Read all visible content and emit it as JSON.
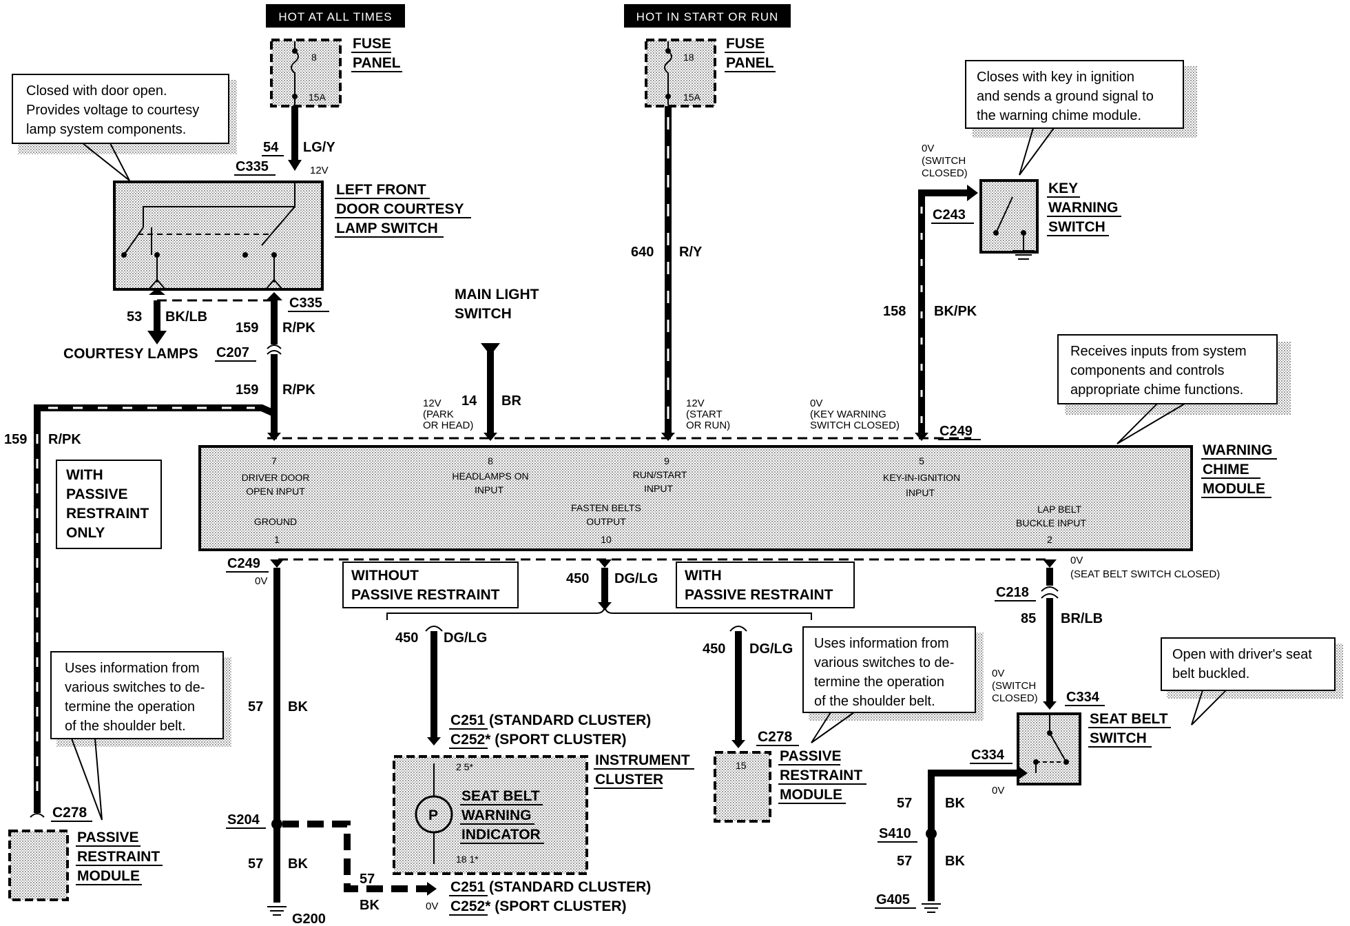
{
  "headers": {
    "hot_all_times": "HOT AT ALL TIMES",
    "hot_start_run": "HOT IN START OR RUN"
  },
  "fuse_panel_1": {
    "label1": "FUSE",
    "label2": "PANEL",
    "fuse_num": "8",
    "rating": "15A"
  },
  "fuse_panel_2": {
    "label1": "FUSE",
    "label2": "PANEL",
    "fuse_num": "18",
    "rating": "15A"
  },
  "notes": {
    "door_switch": [
      "Closed with door open.",
      "Provides voltage to courtesy",
      "lamp system components."
    ],
    "key_switch": [
      "Closes with key in ignition",
      "and sends a ground signal to",
      "the warning chime module."
    ],
    "chime_module": [
      "Receives inputs from system",
      "components and controls",
      "appropriate chime functions."
    ],
    "prm_left": [
      "Uses information from",
      "various switches to de-",
      "termine the operation",
      "of the shoulder belt."
    ],
    "prm_right": [
      "Uses information from",
      "various switches to de-",
      "termine the operation",
      "of the shoulder belt."
    ],
    "seat_belt_switch": [
      "Open with driver's seat",
      "belt buckled."
    ]
  },
  "components": {
    "door_switch": [
      "LEFT FRONT",
      "DOOR COURTESY",
      "LAMP SWITCH"
    ],
    "key_switch": [
      "KEY",
      "WARNING",
      "SWITCH"
    ],
    "main_light": [
      "MAIN LIGHT",
      "SWITCH"
    ],
    "chime": [
      "WARNING",
      "CHIME",
      "MODULE"
    ],
    "courtesy_lamps": "COURTESY LAMPS",
    "cluster": [
      "INSTRUMENT",
      "CLUSTER"
    ],
    "indicator": [
      "SEAT BELT",
      "WARNING",
      "INDICATOR"
    ],
    "prm": [
      "PASSIVE",
      "RESTRAINT",
      "MODULE"
    ],
    "seat_belt_switch": [
      "SEAT BELT",
      "SWITCH"
    ],
    "with_passive_only": [
      "WITH",
      "PASSIVE",
      "RESTRAINT",
      "ONLY"
    ],
    "without_passive": [
      "WITHOUT",
      "PASSIVE RESTRAINT"
    ],
    "with_passive": [
      "WITH",
      "PASSIVE RESTRAINT"
    ]
  },
  "chime_pins": {
    "p7": {
      "num": "7",
      "l1": "DRIVER DOOR",
      "l2": "OPEN INPUT"
    },
    "p8": {
      "num": "8",
      "l1": "HEADLAMPS ON",
      "l2": "INPUT"
    },
    "p9": {
      "num": "9",
      "l1": "RUN/START",
      "l2": "INPUT"
    },
    "p5": {
      "num": "5",
      "l1": "KEY-IN-IGNITION",
      "l2": "INPUT"
    },
    "p1": {
      "num": "1",
      "l1": "GROUND"
    },
    "p10": {
      "num": "10",
      "l1": "FASTEN BELTS",
      "l2": "OUTPUT"
    },
    "p2": {
      "num": "2",
      "l1": "LAP BELT",
      "l2": "BUCKLE INPUT"
    }
  },
  "connectors": {
    "c335": "C335",
    "c207": "C207",
    "c243": "C243",
    "c249": "C249",
    "c218": "C218",
    "c334": "C334",
    "c278": "C278",
    "c251": "C251 (STANDARD CLUSTER)",
    "c252": "C252* (SPORT CLUSTER)",
    "s204": "S204",
    "s410": "S410",
    "g200": "G200",
    "g405": "G405"
  },
  "wires": {
    "w54": {
      "num": "54",
      "color": "LG/Y"
    },
    "w53": {
      "num": "53",
      "color": "BK/LB"
    },
    "w159": {
      "num": "159",
      "color": "R/PK"
    },
    "w640": {
      "num": "640",
      "color": "R/Y"
    },
    "w14": {
      "num": "14",
      "color": "BR"
    },
    "w158": {
      "num": "158",
      "color": "BK/PK"
    },
    "w450": {
      "num": "450",
      "color": "DG/LG"
    },
    "w57": {
      "num": "57",
      "color": "BK"
    },
    "w85": {
      "num": "85",
      "color": "BR/LB"
    }
  },
  "voltages": {
    "v12": "12V",
    "park_head": [
      "12V",
      "(PARK",
      "OR HEAD)"
    ],
    "start_run": [
      "12V",
      "(START",
      "OR RUN)"
    ],
    "key_closed": [
      "0V",
      "(KEY WARNING",
      "SWITCH CLOSED)"
    ],
    "switch_closed": [
      "0V",
      "(SWITCH",
      "CLOSED)"
    ],
    "seat_belt_closed": [
      "0V",
      "(SEAT BELT SWITCH CLOSED)"
    ],
    "v0": "0V"
  },
  "cluster_pins": {
    "top": "2 5*",
    "bottom": "18 1*"
  },
  "prm_pin": "15"
}
